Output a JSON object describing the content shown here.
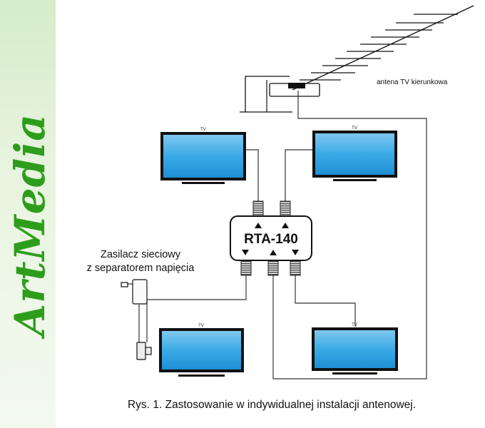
{
  "brand": {
    "logo_text": "ArtMedia",
    "color": "#2e9d1c"
  },
  "antenna": {
    "label": "antena TV kierunkowa"
  },
  "splitter": {
    "model": "RTA-140"
  },
  "power_supply": {
    "label_line1": "Zasilacz sieciowy",
    "label_line2": "z separatorem napięcia"
  },
  "tvs": [
    {
      "label": "TV"
    },
    {
      "label": "TV"
    },
    {
      "label": "TV"
    },
    {
      "label": "TV"
    }
  ],
  "caption": "Rys. 1. Zastosowanie w indywidualnej instalacji antenowej.",
  "colors": {
    "screen": "#3aaae6",
    "frame": "#111111",
    "cable": "#333333"
  }
}
